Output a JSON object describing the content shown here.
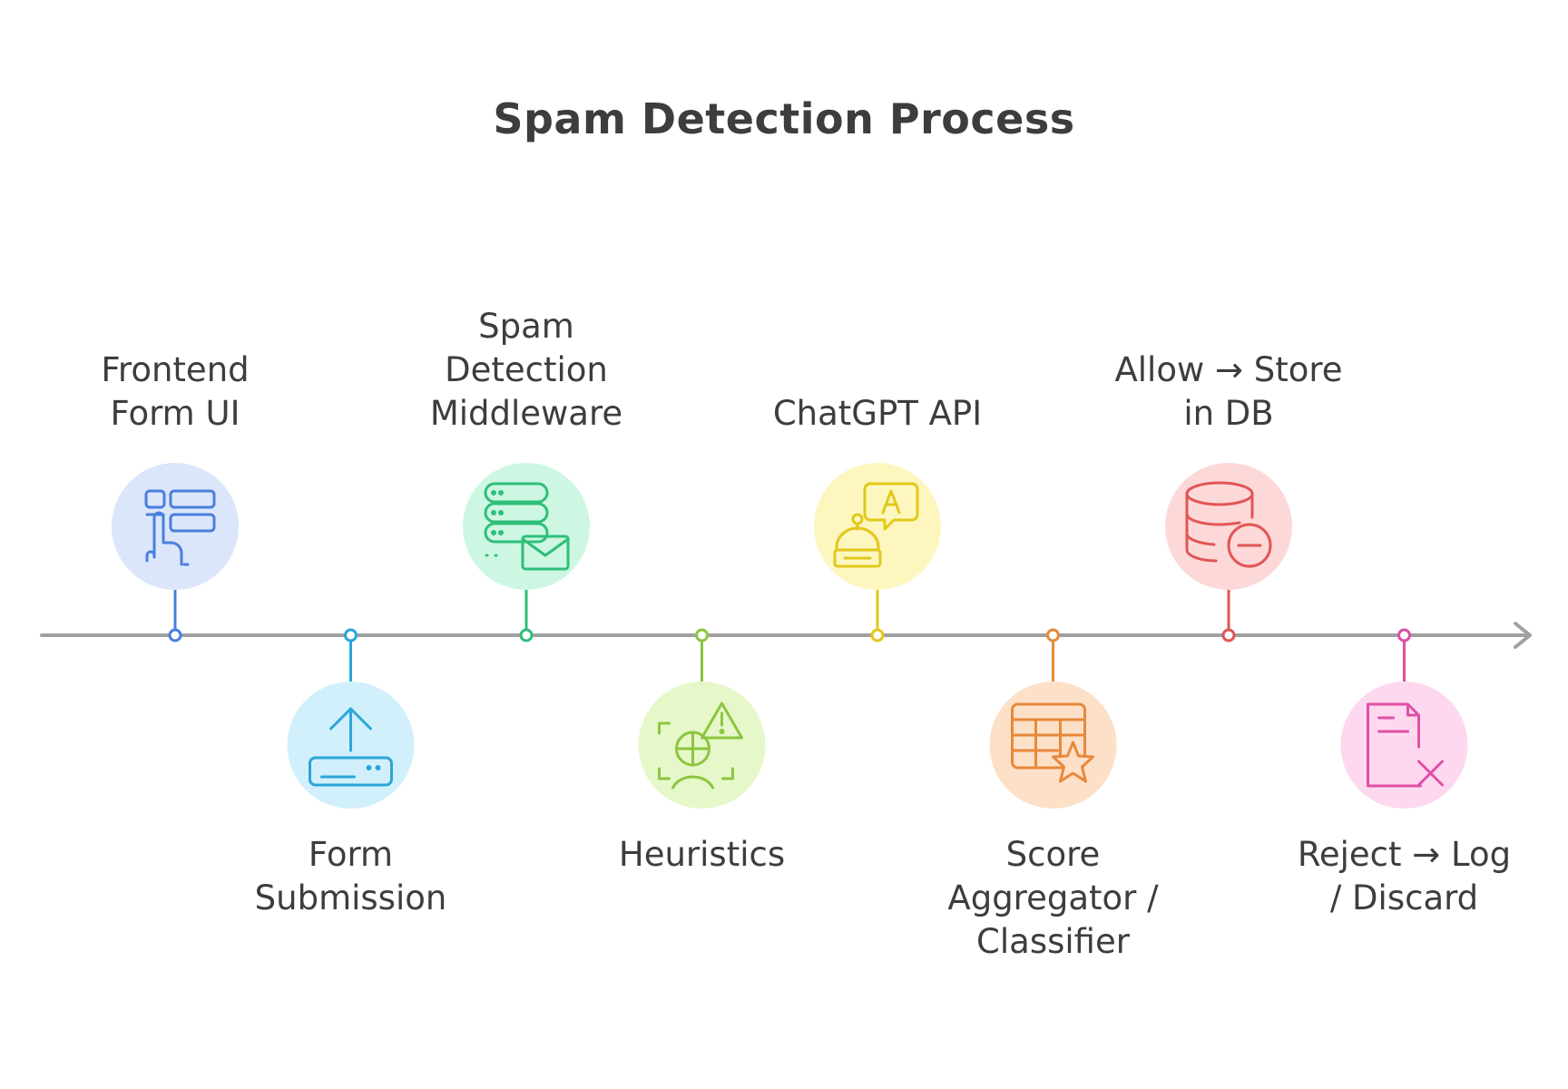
{
  "title": "Spam Detection Process",
  "timeline_color": "#a0a0a0",
  "steps": [
    {
      "label_lines": [
        "Frontend",
        "Form UI"
      ],
      "icon": "form-ui-pointer-icon",
      "color": "#4a7fdc",
      "fill": "#dbe6fb",
      "side": "top"
    },
    {
      "label_lines": [
        "Form",
        "Submission"
      ],
      "icon": "upload-tray-icon",
      "color": "#2aa6d8",
      "fill": "#d2f0fb",
      "side": "bottom"
    },
    {
      "label_lines": [
        "Spam",
        "Detection",
        "Middleware"
      ],
      "icon": "server-mail-icon",
      "color": "#2fbf78",
      "fill": "#cdf7e3",
      "side": "top"
    },
    {
      "label_lines": [
        "Heuristics"
      ],
      "icon": "face-scan-warning-icon",
      "color": "#8cc63f",
      "fill": "#e6f7c9",
      "side": "bottom"
    },
    {
      "label_lines": [
        "ChatGPT API"
      ],
      "icon": "robot-chat-icon",
      "color": "#e2c81a",
      "fill": "#fdf6bf",
      "side": "top"
    },
    {
      "label_lines": [
        "Score",
        "Aggregator /",
        "Classifier"
      ],
      "icon": "table-star-icon",
      "color": "#e8893a",
      "fill": "#fde0c8",
      "side": "bottom"
    },
    {
      "label_lines": [
        "Allow → Store",
        "in DB"
      ],
      "icon": "database-minus-icon",
      "color": "#e25555",
      "fill": "#fdd8d8",
      "side": "top"
    },
    {
      "label_lines": [
        "Reject → Log",
        "/ Discard"
      ],
      "icon": "document-x-icon",
      "color": "#e04fa6",
      "fill": "#fdd8ef",
      "side": "bottom"
    }
  ]
}
